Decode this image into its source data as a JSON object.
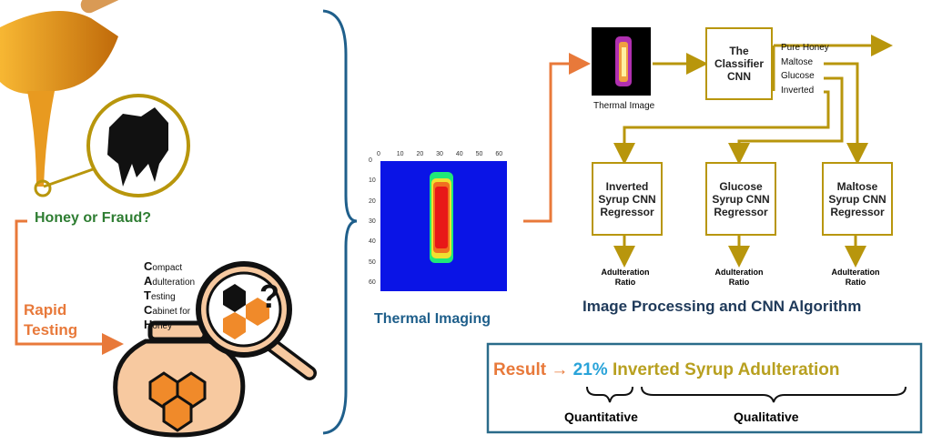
{
  "left": {
    "question": "Honey or Fraud?",
    "rapid": [
      "Rapid",
      "Testing"
    ],
    "catch": [
      {
        "initial": "C",
        "rest": "ompact"
      },
      {
        "initial": "A",
        "rest": "dulteration"
      },
      {
        "initial": "T",
        "rest": "esting"
      },
      {
        "initial": "C",
        "rest": "abinet for"
      },
      {
        "initial": "H",
        "rest": "oney"
      }
    ]
  },
  "thermal": {
    "label": "Thermal Imaging",
    "x_ticks": [
      "0",
      "10",
      "20",
      "30",
      "40",
      "50",
      "60"
    ],
    "y_ticks": [
      "0",
      "10",
      "20",
      "30",
      "40",
      "50",
      "60"
    ]
  },
  "pipeline": {
    "thermal_image_label": "Thermal Image",
    "classifier": "The Classifier CNN",
    "outputs": [
      "Pure Honey",
      "Maltose",
      "Glucose",
      "Inverted"
    ],
    "regressors": [
      "Inverted Syrup CNN Regressor",
      "Glucose Syrup CNN Regressor",
      "Maltose Syrup CNN Regressor"
    ],
    "ratio_label": [
      "Adulteration",
      "Ratio"
    ],
    "title": "Image Processing and CNN Algorithm"
  },
  "result": {
    "label": "Result",
    "arrow": "→",
    "percent": "21%",
    "type": "Inverted Syrup Adulteration",
    "quantitative": "Quantitative",
    "qualitative": "Qualitative"
  },
  "colors": {
    "orange": "#e8793a",
    "gold": "#b8960c",
    "blue": "#1f5f8b",
    "green": "#2e7d32",
    "cyan": "#29a3d9"
  }
}
